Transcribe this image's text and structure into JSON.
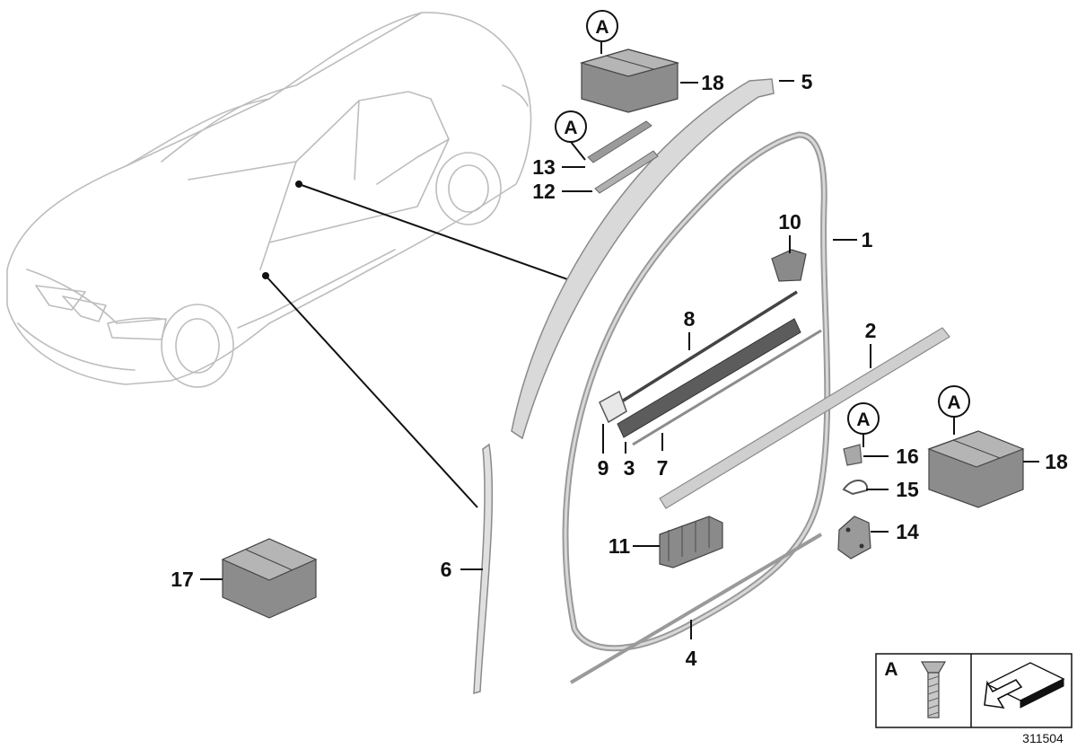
{
  "callouts": {
    "c1": "1",
    "c2": "2",
    "c3": "3",
    "c4": "4",
    "c5": "5",
    "c6": "6",
    "c7": "7",
    "c8": "8",
    "c9": "9",
    "c10": "10",
    "c11": "11",
    "c12": "12",
    "c13": "13",
    "c14": "14",
    "c15": "15",
    "c16": "16",
    "c17": "17",
    "c18_top": "18",
    "c18_right": "18"
  },
  "markers": {
    "a_top": "A",
    "a_mid": "A",
    "a_clip": "A",
    "a_box": "A"
  },
  "legend": {
    "key": "A",
    "doc_number": "311504"
  }
}
